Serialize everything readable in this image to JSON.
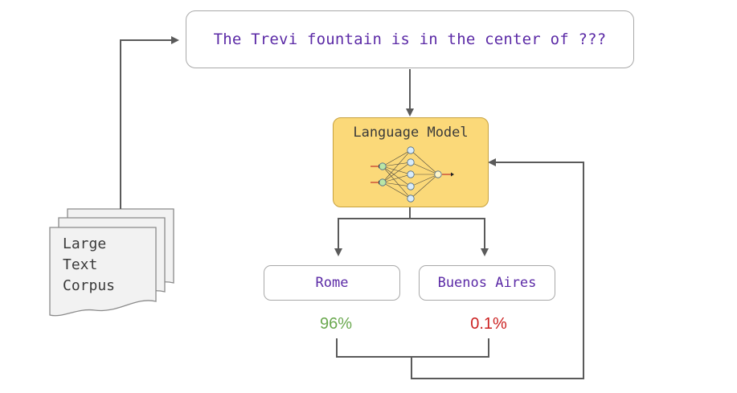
{
  "query": {
    "text": "The Trevi fountain is in the center of ???"
  },
  "model": {
    "title": "Language Model",
    "fill_color": "#fbd979",
    "network_icon": "neural-network-icon"
  },
  "corpus": {
    "lines": [
      "Large",
      "Text",
      "Corpus"
    ],
    "icon": "stacked-documents-icon"
  },
  "options": [
    {
      "label": "Rome",
      "probability": "96%",
      "color": "#6aa84f"
    },
    {
      "label": "Buenos Aires",
      "probability": "0.1%",
      "color": "#cc2222"
    }
  ],
  "colors": {
    "text_accent": "#5b2aa6",
    "arrow": "#5a5a5a",
    "box_border": "#a9a9a9"
  }
}
